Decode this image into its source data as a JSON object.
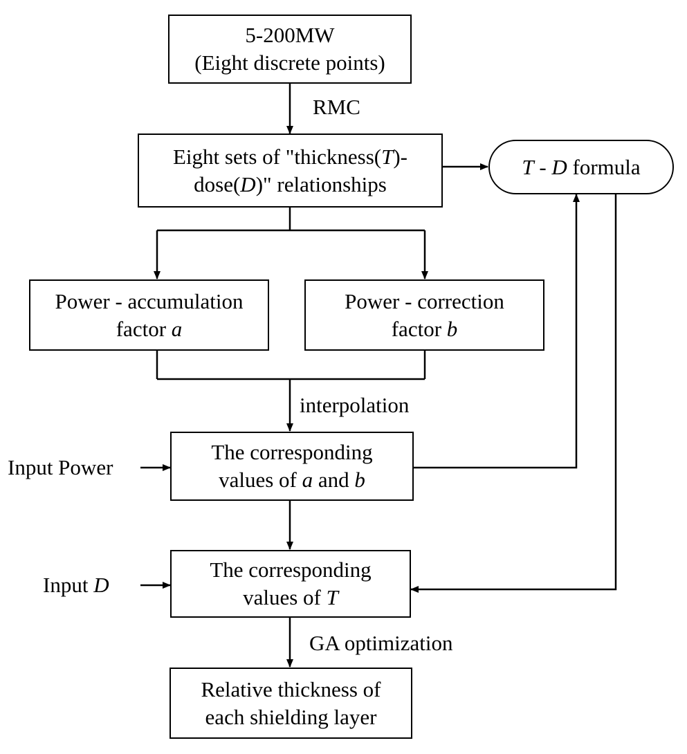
{
  "nodes": {
    "power_range": {
      "line1": "5-200MW",
      "line2": "(Eight discrete points)"
    },
    "td_sets": {
      "line1_pre": "Eight sets of \"thickness(",
      "line1_var": "T",
      "line1_post": ")-",
      "line2_pre": "dose(",
      "line2_var": "D",
      "line2_post": ")\" relationships"
    },
    "td_formula": {
      "var1": "T",
      "sep": " - ",
      "var2": "D",
      "post": " formula"
    },
    "accumulation": {
      "line1": "Power - accumulation",
      "line2_pre": "factor ",
      "line2_var": "a"
    },
    "correction": {
      "line1": "Power - correction",
      "line2_pre": "factor ",
      "line2_var": "b"
    },
    "ab_values": {
      "line1": "The corresponding",
      "line2_pre": "values of ",
      "var_a": "a",
      "mid": " and ",
      "var_b": "b"
    },
    "t_values": {
      "line1": "The corresponding",
      "line2_pre": "values of ",
      "line2_var": "T"
    },
    "result": {
      "line1": "Relative thickness of",
      "line2": "each shielding layer"
    }
  },
  "edge_labels": {
    "rmc": "RMC",
    "interpolation": "interpolation",
    "ga": "GA optimization"
  },
  "inputs": {
    "power": "Input Power",
    "d_pre": "Input ",
    "d_var": "D"
  }
}
